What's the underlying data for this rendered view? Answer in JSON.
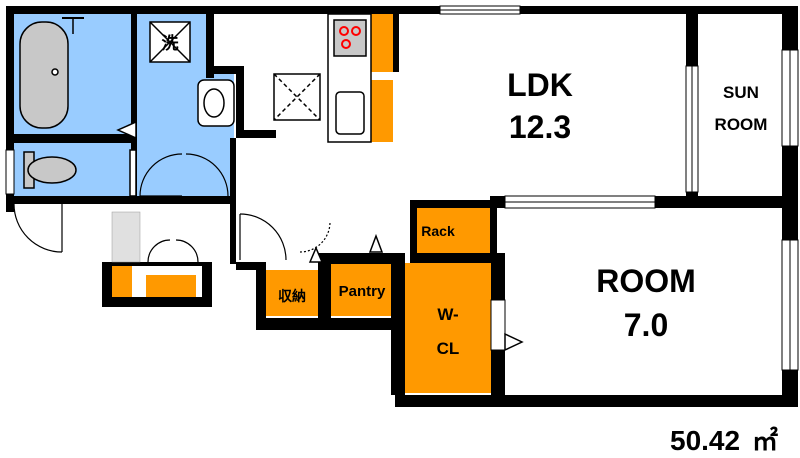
{
  "rooms": {
    "ldk": {
      "name": "LDK",
      "size": "12.3"
    },
    "sun_room": {
      "line1": "SUN",
      "line2": "ROOM"
    },
    "room": {
      "name": "ROOM",
      "size": "7.0"
    },
    "rack": {
      "label": "Rack"
    },
    "storage": {
      "label": "収納"
    },
    "pantry": {
      "label": "Pantry"
    },
    "wcl": {
      "line1": "W-",
      "line2": "CL"
    },
    "laundry": {
      "label": "洗"
    }
  },
  "area": {
    "value": "50.42",
    "unit": "㎡"
  },
  "colors": {
    "wet_area": "#99ccff",
    "storage": "#ff9900",
    "wall": "#000000",
    "floor": "#ffffff",
    "stove_red": "#ff0000"
  }
}
